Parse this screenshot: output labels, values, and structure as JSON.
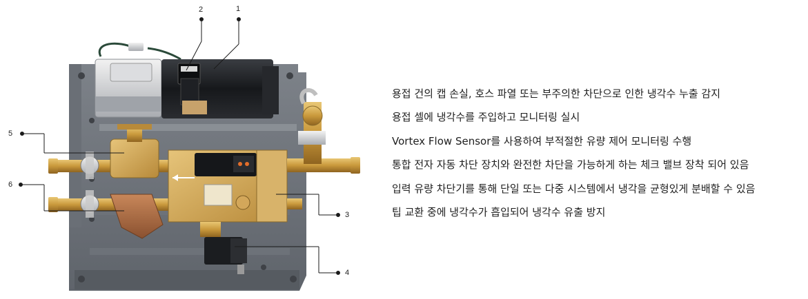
{
  "callouts": [
    {
      "label": "1"
    },
    {
      "label": "2"
    },
    {
      "label": "3"
    },
    {
      "label": "4"
    },
    {
      "label": "5"
    },
    {
      "label": "6"
    }
  ],
  "features": [
    "용접 건의 캡 손실, 호스 파열 또는 부주의한 차단으로 인한 냉각수 누출 감지",
    "용접 셀에 냉각수를 주입하고 모니터링 실시",
    "Vortex Flow Sensor를 사용하여 부적절한 유량 제어 모니터링 수행",
    "통합 전자 자동 차단 장치와 완전한 차단을 가능하게 하는 체크 밸브 장착 되어 있음",
    "입력 유량 차단기를 통해 단일 또는 다중 시스템에서 냉각을 균형있게 분배할 수 있음",
    "팁 교환 중에 냉각수가 흡입되어 냉각수 유출 방지"
  ]
}
